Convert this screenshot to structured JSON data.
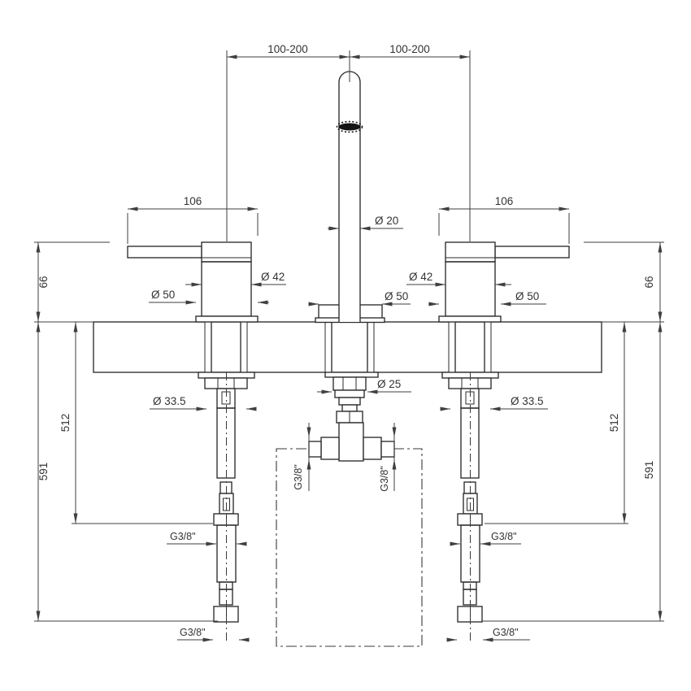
{
  "meta": {
    "description": "Technical installation drawing - 3-hole basin mixer tap (two lever handles, tall round spout), front elevation with countertop cross-section, flexible supply hoses and tee fitting",
    "units": "mm"
  },
  "colors": {
    "background": "#ffffff",
    "object_line": "#2b2b2b",
    "dimension_line": "#3f3f3f",
    "text": "#333333"
  },
  "dimensions": {
    "spout_to_handle_left": "100-200",
    "spout_to_handle_right": "100-200",
    "handle_overall_left": "106",
    "handle_overall_right": "106",
    "height_above_deck_left": "66",
    "height_above_deck_right": "66",
    "deck_to_coupling_left": "512",
    "deck_to_coupling_right": "512",
    "deck_to_hose_end_left": "591",
    "deck_to_hose_end_right": "591",
    "spout_tube_diameter": "Ø 20",
    "spout_base_diameter": "Ø 50",
    "spout_shank_diameter": "Ø 25",
    "handle_body_diameter_left": "Ø 42",
    "handle_body_diameter_right": "Ø 42",
    "handle_base_diameter_left": "Ø 50",
    "handle_base_diameter_right": "Ø 50",
    "tail_nut_diameter_left": "Ø 33.5",
    "tail_nut_diameter_right": "Ø 33.5",
    "tee_thread_left": "G3/8\"",
    "tee_thread_right": "G3/8\"",
    "hose_coupling_thread_left": "G3/8\"",
    "hose_coupling_thread_right": "G3/8\"",
    "hose_end_thread_left": "G3/8\"",
    "hose_end_thread_right": "G3/8\""
  }
}
